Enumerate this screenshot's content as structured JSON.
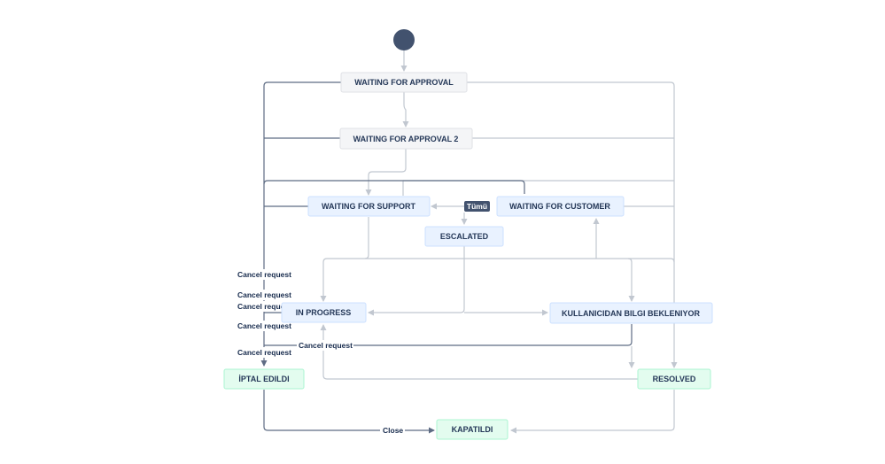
{
  "workflow": {
    "start_icon": "start-circle",
    "colors": {
      "start": "#42526e",
      "grey_fill": "#f4f5f7",
      "grey_stroke": "#dfe1e6",
      "blue_fill": "#e9f2ff",
      "blue_stroke": "#cce0ff",
      "green_fill": "#e3fcef",
      "green_stroke": "#abf5d1",
      "edge_light": "#c1c7d0",
      "edge_dark": "#42526e",
      "text": "#253858"
    },
    "statuses": {
      "waiting_for_approval": "WAITING FOR APPROVAL",
      "waiting_for_approval_2": "WAITING FOR APPROVAL 2",
      "waiting_for_support": "WAITING FOR SUPPORT",
      "waiting_for_customer": "WAITING FOR CUSTOMER",
      "escalated": "ESCALATED",
      "in_progress": "IN PROGRESS",
      "kullanicidan": "KULLANICIDAN BILGI BEKLENIYOR",
      "iptal_edildi": "İPTAL EDILDI",
      "resolved": "RESOLVED",
      "kapatildi": "KAPATILDI"
    },
    "badges": {
      "tumu": "Tümü"
    },
    "transitions": {
      "cancel_1": "Cancel request",
      "cancel_2": "Cancel request",
      "cancel_3": "Cancel request",
      "cancel_4": "Cancel request",
      "cancel_5": "Cancel request",
      "cancel_6": "Cancel request",
      "close": "Close"
    }
  }
}
